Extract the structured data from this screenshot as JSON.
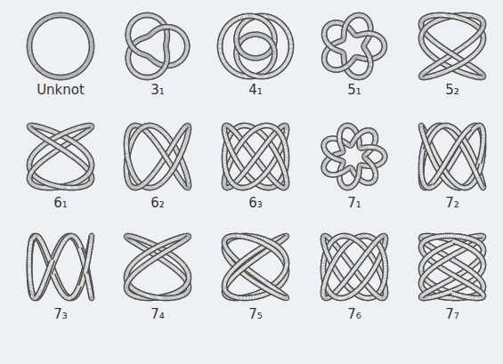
{
  "diagram": {
    "labels": [
      "Unknot",
      "3₁",
      "4₁",
      "5₁",
      "5₂",
      "6₁",
      "6₂",
      "6₃",
      "7₁",
      "7₂",
      "7₃",
      "7₄",
      "7₅",
      "7₆",
      "7₇"
    ]
  }
}
